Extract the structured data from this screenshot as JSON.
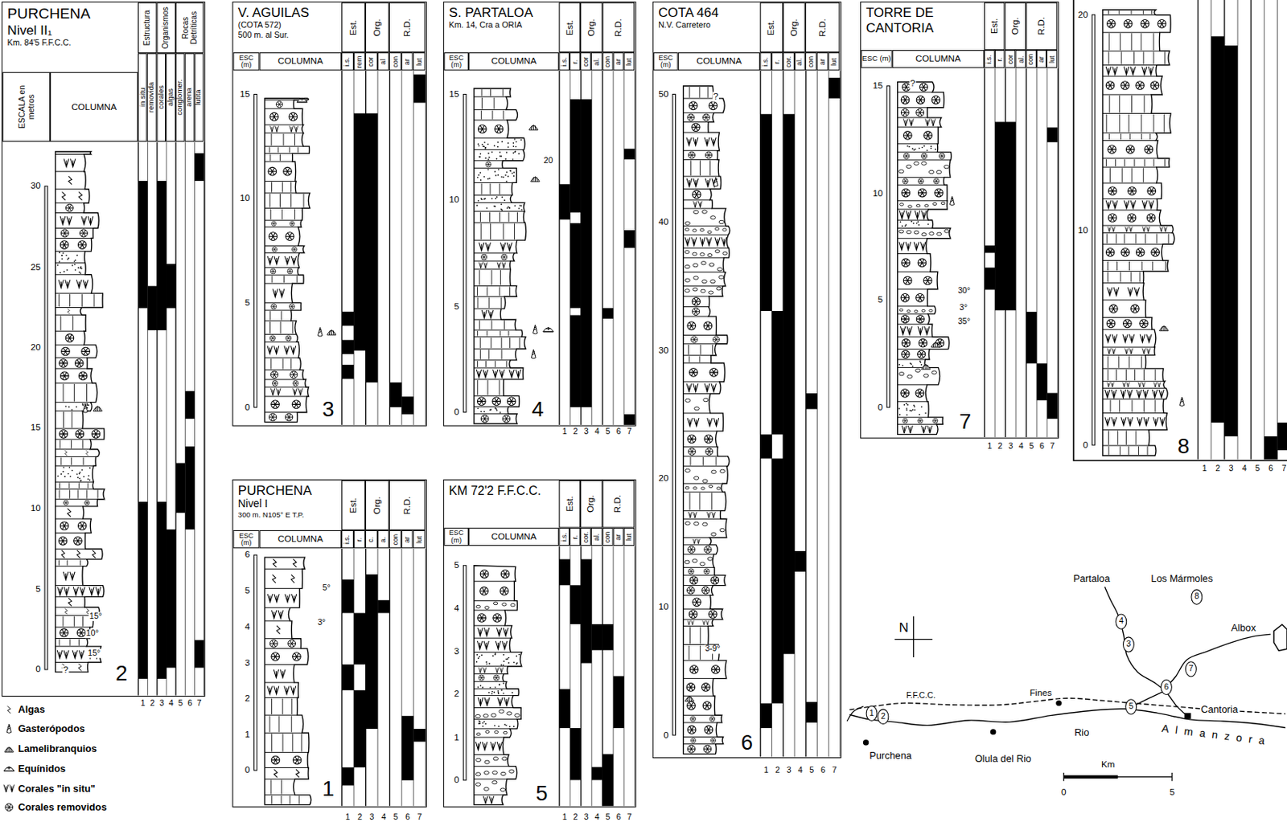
{
  "diagram": {
    "nodes": [
      {
        "text": [
          "PURCHENA",
          "Nivel II₁",
          "Km. 84'5 F.F.C.C."
        ]
      },
      {
        "text": [
          "ESCALA en metros"
        ],
        "in": 0
      },
      {
        "text": [
          "COLUMNA"
        ],
        "in": 0
      },
      {
        "text": [
          "Estructura"
        ],
        "in": 0
      },
      {
        "text": [
          "Organismos"
        ],
        "in": 0
      },
      {
        "text": [
          "Rocas Detríticas"
        ],
        "in": 0
      },
      {
        "text": [
          "in situ"
        ],
        "in": 0
      },
      {
        "text": [
          "removida"
        ],
        "in": 0
      },
      {
        "text": [
          "corales"
        ],
        "in": 0
      },
      {
        "text": [
          "algas"
        ],
        "in": 0
      },
      {
        "text": [
          "conglomer."
        ],
        "in": 0
      },
      {
        "text": [
          "arena"
        ],
        "in": 0
      },
      {
        "text": [
          "lutita"
        ],
        "in": 0
      },
      {
        "text": [
          "V. AGUILAS",
          "(COTA 572)",
          "500 m. al Sur."
        ]
      },
      {
        "text": [
          "ESC (m)"
        ],
        "in": 13
      },
      {
        "text": [
          "COLUMNA"
        ],
        "in": 13
      },
      {
        "text": [
          "Est."
        ],
        "in": 13
      },
      {
        "text": [
          "Org."
        ],
        "in": 13
      },
      {
        "text": [
          "R.D."
        ],
        "in": 13
      },
      {
        "text": [
          "i.s."
        ],
        "in": 13
      },
      {
        "text": [
          "rem"
        ],
        "in": 13
      },
      {
        "text": [
          "cor"
        ],
        "in": 13
      },
      {
        "text": [
          "al"
        ],
        "in": 13
      },
      {
        "text": [
          "con"
        ],
        "in": 13
      },
      {
        "text": [
          "ar"
        ],
        "in": 13
      },
      {
        "text": [
          "lut"
        ],
        "in": 13
      },
      {
        "text": [
          "S. PARTALOA",
          "Km. 14, Cra a ORIA"
        ]
      },
      {
        "text": [
          "ESC (m)"
        ],
        "in": 26
      },
      {
        "text": [
          "COLUMNA"
        ],
        "in": 26
      },
      {
        "text": [
          "Est."
        ],
        "in": 26
      },
      {
        "text": [
          "Org."
        ],
        "in": 26
      },
      {
        "text": [
          "R.D."
        ],
        "in": 26
      },
      {
        "text": [
          "i.s."
        ],
        "in": 26
      },
      {
        "text": [
          "r."
        ],
        "in": 26
      },
      {
        "text": [
          "cor"
        ],
        "in": 26
      },
      {
        "text": [
          "al."
        ],
        "in": 26
      },
      {
        "text": [
          "con"
        ],
        "in": 26
      },
      {
        "text": [
          "ar"
        ],
        "in": 26
      },
      {
        "text": [
          "lut"
        ],
        "in": 26
      },
      {
        "text": [
          "PURCHENA",
          "Nivel I",
          "300 m. N105° E T.P."
        ]
      },
      {
        "text": [
          "ESC (m)"
        ],
        "in": 39
      },
      {
        "text": [
          "COLUMNA"
        ],
        "in": 39
      },
      {
        "text": [
          "Est."
        ],
        "in": 39
      },
      {
        "text": [
          "Org."
        ],
        "in": 39
      },
      {
        "text": [
          "R.D."
        ],
        "in": 39
      },
      {
        "text": [
          "i.s."
        ],
        "in": 39
      },
      {
        "text": [
          "r."
        ],
        "in": 39
      },
      {
        "text": [
          "c."
        ],
        "in": 39
      },
      {
        "text": [
          "a."
        ],
        "in": 39
      },
      {
        "text": [
          "con"
        ],
        "in": 39
      },
      {
        "text": [
          "ar"
        ],
        "in": 39
      },
      {
        "text": [
          "lut"
        ],
        "in": 39
      },
      {
        "text": [
          "KM 72'2 F.F.C.C."
        ]
      },
      {
        "text": [
          "ESC (m)"
        ],
        "in": 52
      },
      {
        "text": [
          "COLUMNA"
        ],
        "in": 52
      },
      {
        "text": [
          "Est."
        ],
        "in": 52
      },
      {
        "text": [
          "Org."
        ],
        "in": 52
      },
      {
        "text": [
          "R.D."
        ],
        "in": 52
      },
      {
        "text": [
          "i.s."
        ],
        "in": 52
      },
      {
        "text": [
          "r."
        ],
        "in": 52
      },
      {
        "text": [
          "cor."
        ],
        "in": 52
      },
      {
        "text": [
          "al."
        ],
        "in": 52
      },
      {
        "text": [
          "con"
        ],
        "in": 52
      },
      {
        "text": [
          "ar"
        ],
        "in": 52
      },
      {
        "text": [
          "lut"
        ],
        "in": 52
      },
      {
        "text": [
          "COTA 464",
          "N.V. Carretero"
        ]
      },
      {
        "text": [
          "ESC (m)"
        ],
        "in": 65
      },
      {
        "text": [
          "COLUMNA"
        ],
        "in": 65
      },
      {
        "text": [
          "Est."
        ],
        "in": 65
      },
      {
        "text": [
          "Org."
        ],
        "in": 65
      },
      {
        "text": [
          "R.D."
        ],
        "in": 65
      },
      {
        "text": [
          "i.s."
        ],
        "in": 65
      },
      {
        "text": [
          "r."
        ],
        "in": 65
      },
      {
        "text": [
          "cor."
        ],
        "in": 65
      },
      {
        "text": [
          "al."
        ],
        "in": 65
      },
      {
        "text": [
          "con"
        ],
        "in": 65
      },
      {
        "text": [
          "ar"
        ],
        "in": 65
      },
      {
        "text": [
          "lut"
        ],
        "in": 65
      },
      {
        "text": [
          "TORRE DE CANTORIA"
        ]
      },
      {
        "text": [
          "ESC (m)"
        ],
        "in": 78
      },
      {
        "text": [
          "COLUMNA"
        ],
        "in": 78
      },
      {
        "text": [
          "Est."
        ],
        "in": 78
      },
      {
        "text": [
          "Org."
        ],
        "in": 78
      },
      {
        "text": [
          "R.D."
        ],
        "in": 78
      },
      {
        "text": [
          "i.s."
        ],
        "in": 78
      },
      {
        "text": [
          "r."
        ],
        "in": 78
      },
      {
        "text": [
          "cor"
        ],
        "in": 78
      },
      {
        "text": [
          "al."
        ],
        "in": 78
      },
      {
        "text": [
          "con"
        ],
        "in": 78
      },
      {
        "text": [
          "ar"
        ],
        "in": 78
      },
      {
        "text": [
          "lut"
        ],
        "in": 78
      },
      {
        "text": [
          "1"
        ]
      },
      {
        "text": [
          "2"
        ]
      },
      {
        "text": [
          "3"
        ]
      },
      {
        "text": [
          "4"
        ]
      },
      {
        "text": [
          "5"
        ]
      },
      {
        "text": [
          "6"
        ]
      },
      {
        "text": [
          "7"
        ]
      },
      {
        "text": [
          "8"
        ]
      }
    ],
    "labels": [
      "0",
      "5",
      "10",
      "15",
      "20",
      "25",
      "30",
      "15°",
      "10°",
      "15°",
      "?",
      "2",
      "1 2 3 4 5 6 7",
      "0",
      "5",
      "10",
      "15",
      "3",
      "0",
      "5",
      "10",
      "15",
      "20",
      "4",
      "1 2 3 4 5 6 7",
      "0",
      "1",
      "2",
      "3",
      "4",
      "5",
      "6",
      "5°",
      "3°",
      "1",
      "1 2 3 4 5 6 7",
      "0",
      "1",
      "2",
      "3",
      "4",
      "5",
      "5",
      "1 2 3 4 5 6 7",
      "0",
      "10",
      "20",
      "30",
      "40",
      "50",
      "?",
      "3-9°",
      "6",
      "1 2 3 4 5 6 7",
      "0",
      "5",
      "10",
      "15",
      "?",
      "30°",
      "3°",
      "35°",
      "7",
      "1 2 3 4 5 6 7",
      "0",
      "10",
      "20",
      "8",
      "1 2 3 4 5 6 7",
      "N",
      "Partaloa",
      "Los Mármoles",
      "Albox",
      "F.F.C.C.",
      "Fines",
      "Rio",
      "Almanzora",
      "Purchena",
      "Olula del Rio",
      "Cantoria",
      "Km",
      "0",
      "5"
    ],
    "legend": [
      {
        "text": "Algas"
      },
      {
        "text": "Gasterópodos"
      },
      {
        "text": "Lamelibranquios"
      },
      {
        "text": "Equínidos"
      },
      {
        "text": "Corales \"in situ\""
      },
      {
        "text": "Corales removidos"
      }
    ]
  }
}
